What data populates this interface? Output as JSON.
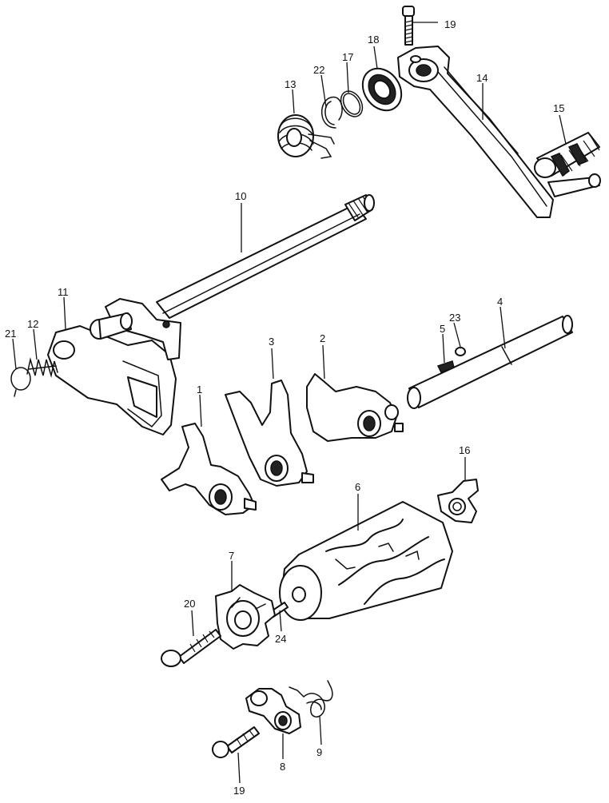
{
  "callouts": {
    "n1": "1",
    "n2": "2",
    "n3": "3",
    "n4": "4",
    "n5": "5",
    "n6": "6",
    "n7": "7",
    "n8": "8",
    "n9": "9",
    "n10": "10",
    "n11": "11",
    "n12": "12",
    "n13": "13",
    "n14": "14",
    "n15": "15",
    "n16": "16",
    "n17": "17",
    "n18": "18",
    "n19a": "19",
    "n19b": "19",
    "n20": "20",
    "n21": "21",
    "n22": "22",
    "n23": "23",
    "n24": "24"
  }
}
